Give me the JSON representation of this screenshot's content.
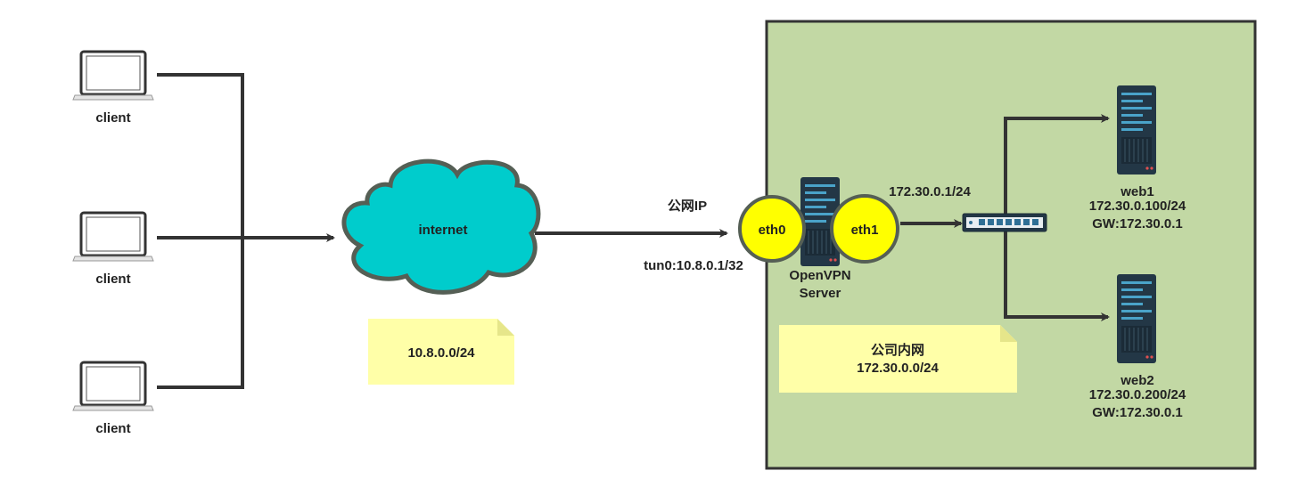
{
  "clients": [
    {
      "label": "client"
    },
    {
      "label": "client"
    },
    {
      "label": "client"
    }
  ],
  "internet": {
    "label": "internet",
    "color": "#00CCCC"
  },
  "internet_note": {
    "text": "10.8.0.0/24",
    "color": "#FFFFA8"
  },
  "public_ip": {
    "label": "公网IP"
  },
  "tun_label": {
    "text": "tun0:10.8.0.1/32"
  },
  "company_network": {
    "background": "#C2D8A4",
    "border": "#333333",
    "note": {
      "line1": "公司内网",
      "line2": "172.30.0.0/24",
      "color": "#FFFFA8"
    }
  },
  "vpn_server": {
    "line1": "OpenVPN",
    "line2": "Server",
    "eth0": "eth0",
    "eth1": "eth1",
    "iface_color": "#FFFF00",
    "eth1_ip": "172.30.0.1/24"
  },
  "web1": {
    "name": "web1",
    "ip": "172.30.0.100/24",
    "gw": "GW:172.30.0.1"
  },
  "web2": {
    "name": "web2",
    "ip": "172.30.0.200/24",
    "gw": "GW:172.30.0.1"
  }
}
